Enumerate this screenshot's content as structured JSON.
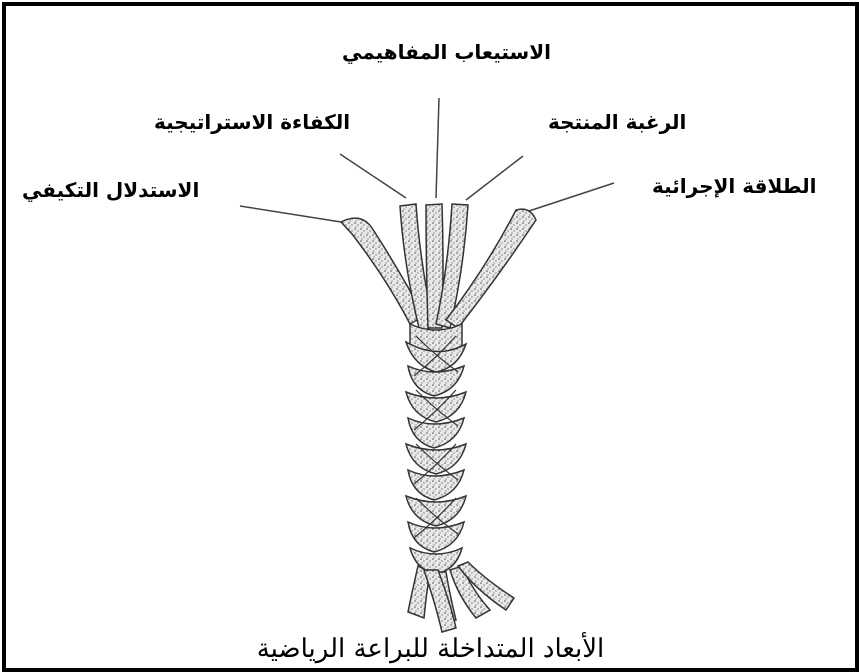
{
  "labels": {
    "conceptual_understanding": "الاستيعاب المفاهيمي",
    "strategic_competence": "الكفاءة الاستراتيجية",
    "productive_disposition": "الرغبة المنتجة",
    "adaptive_reasoning": "الاستدلال التكيفي",
    "procedural_fluency": "الطلاقة الإجرائية"
  },
  "caption": "الأبعاد المتداخلة للبراعة الرياضية"
}
